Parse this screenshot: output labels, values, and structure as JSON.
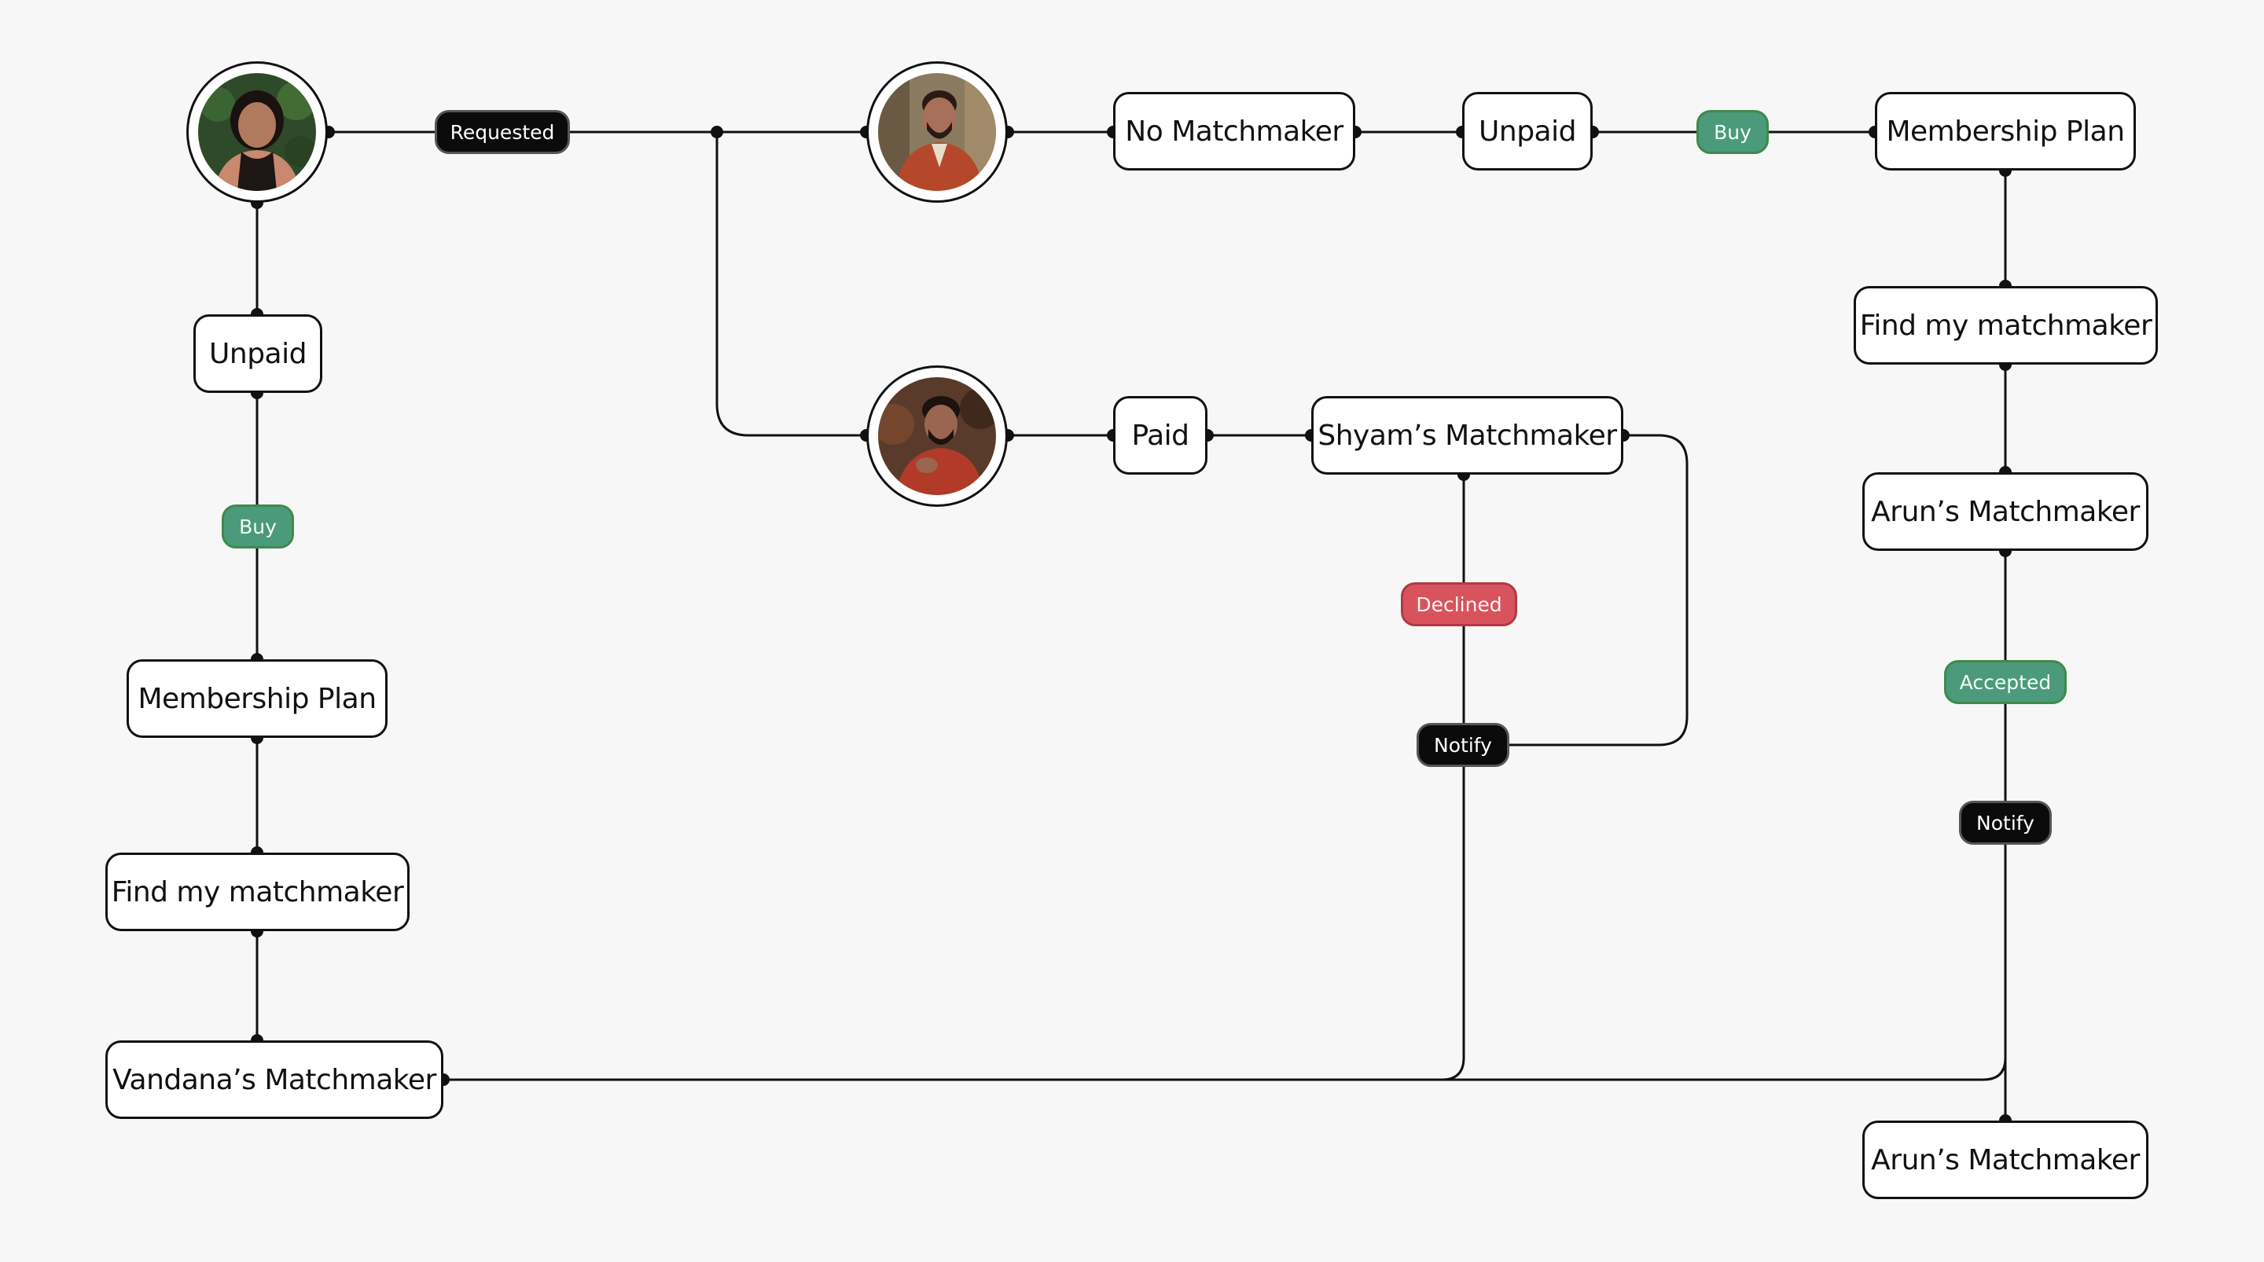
{
  "avatars": [
    {
      "name": "woman-avatar",
      "colors": {
        "bg": "#2f4a2a",
        "skin": "#b07a5e",
        "hair": "#1a1210",
        "cloth": "#c9886f"
      }
    },
    {
      "name": "man-avatar-top",
      "colors": {
        "bg": "#8a7a60",
        "skin": "#a8705a",
        "hair": "#2a1a14",
        "cloth": "#b5482a"
      }
    },
    {
      "name": "man-avatar-bottom",
      "colors": {
        "bg": "#5a3a2a",
        "skin": "#9a6650",
        "hair": "#1c120e",
        "cloth": "#b23a28"
      }
    }
  ],
  "tags": {
    "requested": "Requested",
    "buy_left": "Buy",
    "buy_top": "Buy",
    "declined": "Declined",
    "notify_mid": "Notify",
    "accepted": "Accepted",
    "notify_right": "Notify"
  },
  "nodes": {
    "left_unpaid": "Unpaid",
    "left_membership": "Membership Plan",
    "left_find": "Find my matchmaker",
    "vandana": "Vandana’s Matchmaker",
    "no_matchmaker": "No Matchmaker",
    "top_unpaid": "Unpaid",
    "right_membership": "Membership Plan",
    "right_find": "Find my matchmaker",
    "arun_top": "Arun’s Matchmaker",
    "arun_bottom": "Arun’s Matchmaker",
    "paid": "Paid",
    "shyam": "Shyam’s Matchmaker"
  },
  "colors": {
    "line": "#111111",
    "background": "#f6f7f6",
    "green_tag": "#4b9a7c",
    "red_tag": "#d8535d",
    "black_tag": "#0b0b0b"
  }
}
